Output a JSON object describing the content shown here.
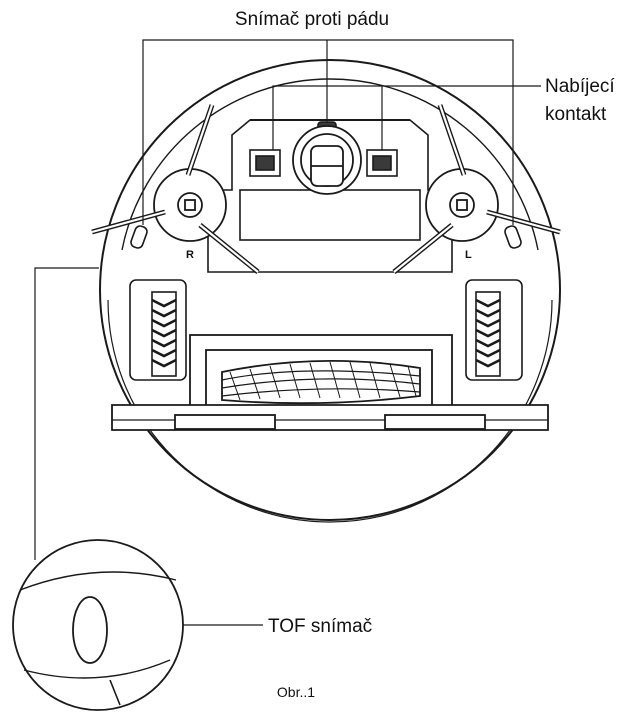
{
  "labels": {
    "cliff_sensor": "Snímač proti pádu",
    "charging_contact_line1": "Nabíjecí",
    "charging_contact_line2": "kontakt",
    "tof_sensor": "TOF snímač",
    "brush_right_marker": "R",
    "brush_left_marker": "L",
    "figure_caption": "Obr..1"
  },
  "colors": {
    "stroke": "#1a1a1a",
    "background": "#ffffff",
    "text": "#111111"
  }
}
